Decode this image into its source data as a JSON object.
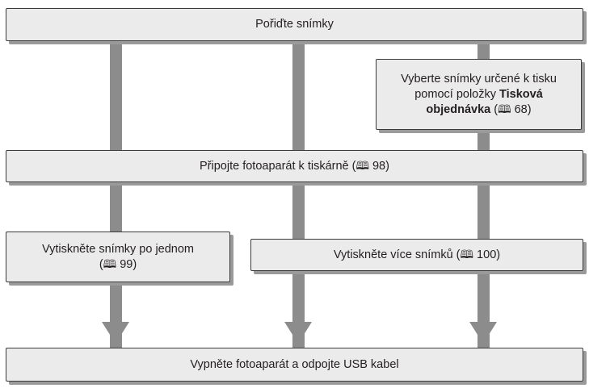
{
  "colors": {
    "box_fill": "#ebebeb",
    "box_border": "#3a3a3a",
    "connector": "#8c8c8c"
  },
  "icons": {
    "page_reference": "open-book-icon"
  },
  "step1": {
    "text": "Pořiďte snímky"
  },
  "step2": {
    "line1": "Vyberte snímky určené k tisku",
    "line2_prefix": "pomocí položky ",
    "bold_a": "Tisková",
    "bold_b": "objednávka",
    "ref_open": " (",
    "ref_icon": "🕮",
    "ref_page": " 68)"
  },
  "step3": {
    "text": "Připojte fotoaparát k tiskárně (",
    "ref_icon": "🕮",
    "ref_page": " 98)"
  },
  "step4a": {
    "line1": "Vytiskněte snímky po jednom",
    "ref_open": "(",
    "ref_icon": "🕮",
    "ref_page": " 99)"
  },
  "step4b": {
    "text": "Vytiskněte více snímků (",
    "ref_icon": "🕮",
    "ref_page": " 100)"
  },
  "step5": {
    "text": "Vypněte fotoaparát a odpojte USB kabel"
  }
}
